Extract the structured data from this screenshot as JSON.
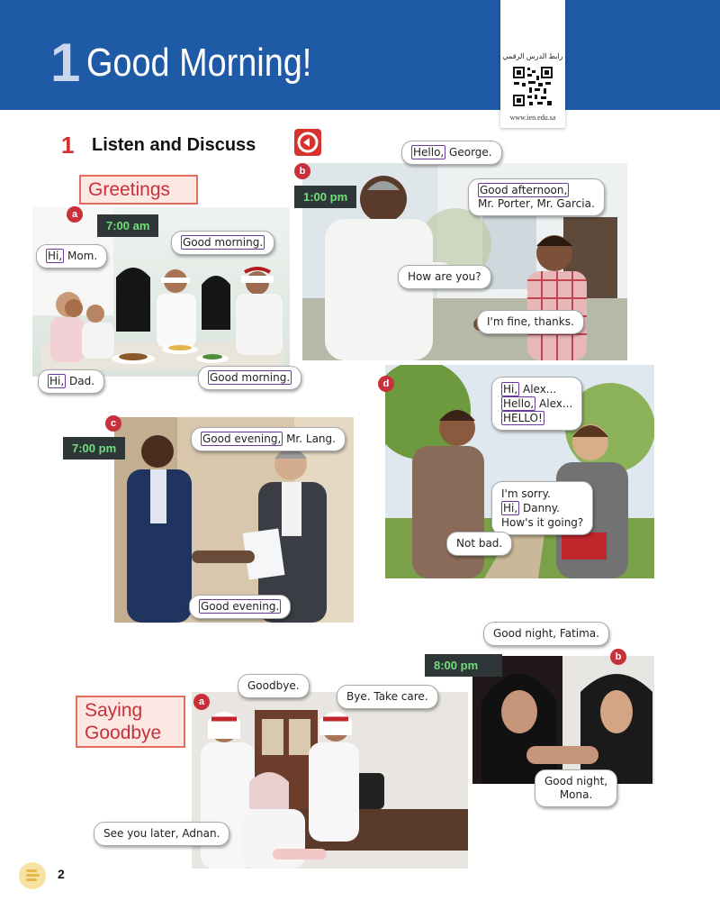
{
  "header": {
    "unit_number": "1",
    "unit_title": "Good Morning!",
    "qr_label": "رابط الدرس الرقمي",
    "qr_url": "www.ien.edu.sa"
  },
  "section": {
    "number": "1",
    "title": "Listen and Discuss"
  },
  "greetings": {
    "label": "Greetings",
    "scene_a": {
      "badge": "a",
      "time": "7:00 am",
      "bubble_hi_mom": {
        "hl": "Hi,",
        "rest": " Mom."
      },
      "bubble_good_morning_1": "Good morning.",
      "bubble_hi_dad": {
        "hl": "Hi,",
        "rest": " Dad."
      },
      "bubble_good_morning_2": "Good morning."
    },
    "scene_b": {
      "badge": "b",
      "time": "1:00 pm",
      "bubble_hello": {
        "hl": "Hello,",
        "rest": " George."
      },
      "bubble_good_afternoon": {
        "hl": "Good afternoon,",
        "line2": "Mr. Porter, Mr. Garcia."
      },
      "bubble_how_are_you": "How are you?",
      "bubble_fine": "I'm fine, thanks."
    },
    "scene_c": {
      "badge": "c",
      "time": "7:00 pm",
      "bubble_good_evening_1": {
        "hl": "Good evening,",
        "rest": " Mr. Lang."
      },
      "bubble_good_evening_2": "Good evening."
    },
    "scene_d": {
      "badge": "d",
      "bubble_hi_alex": {
        "l1_hl": "Hi,",
        "l1_rest": " Alex...",
        "l2_hl": "Hello,",
        "l2_rest": " Alex...",
        "l3_hl": "HELLO!"
      },
      "bubble_sorry": {
        "l1": "I'm sorry.",
        "l2_hl": "Hi,",
        "l2_rest": " Danny.",
        "l3": "How's it going?"
      },
      "bubble_not_bad": "Not bad."
    }
  },
  "goodbye": {
    "label_line1": "Saying",
    "label_line2": "Goodbye",
    "scene_a": {
      "badge": "a",
      "bubble_goodbye": "Goodbye.",
      "bubble_bye": "Bye. Take care.",
      "bubble_see_you": "See you later, Adnan."
    },
    "scene_b": {
      "badge": "b",
      "time": "8:00 pm",
      "bubble_good_night_1": "Good night, Fatima.",
      "bubble_good_night_2_l1": "Good night,",
      "bubble_good_night_2_l2": "Mona."
    }
  },
  "footer": {
    "page_number": "2"
  },
  "colors": {
    "header_blue": "#1e5aa5",
    "accent_red": "#c8303a",
    "time_text_green": "#6ee07a",
    "highlight_purple": "#6a3aa0"
  }
}
